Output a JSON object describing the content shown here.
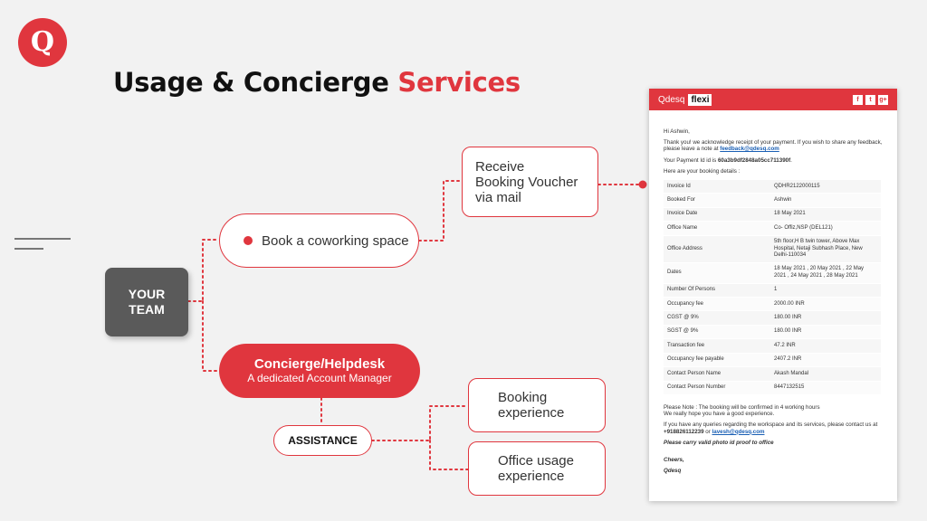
{
  "logo": {
    "letter": "Q"
  },
  "title": {
    "main": "Usage & Concierge ",
    "accent": "Services"
  },
  "team": {
    "line1": "YOUR",
    "line2": "TEAM"
  },
  "book": {
    "label": "Book a coworking space"
  },
  "receive": {
    "label": "Receive\nBooking Voucher\nvia mail"
  },
  "concierge": {
    "heading": "Concierge/Helpdesk",
    "sub": "A dedicated Account Manager"
  },
  "assistance": {
    "label": "ASSISTANCE"
  },
  "experiences": [
    {
      "label": "Booking\nexperience"
    },
    {
      "label": "Office usage\nexperience"
    }
  ],
  "email": {
    "brand": "Qdesq",
    "brand_tag": "flexi",
    "social": [
      "f",
      "t",
      "g+"
    ],
    "greeting": "Hi Ashwin,",
    "thanks_text": "Thank you! we acknowledge receipt of your payment. If you wish to share any feedback, please leave a note at ",
    "feedback_email": "feedback@qdesq.com",
    "payment_prefix": "Your Payment Id id is ",
    "payment_id": "60a3b9df2848a05cc711390f",
    "payment_suffix": ".",
    "details_intro": "Here are your booking details :",
    "rows": [
      {
        "label": "Invoice Id",
        "value": "QDHR2122000115"
      },
      {
        "label": "Booked For",
        "value": "Ashwin"
      },
      {
        "label": "Invoice Date",
        "value": "18 May 2021"
      },
      {
        "label": "Office Name",
        "value": "Co- Offiz,NSP (DEL121)"
      },
      {
        "label": "Office Address",
        "value": "5th floor,H B twin tower, Above Max Hospital, Netaji Subhash Place, New Delhi-110034"
      },
      {
        "label": "Dates",
        "value": "18 May 2021 , 20 May 2021 , 22 May 2021 , 24 May 2021 , 28 May 2021"
      },
      {
        "label": "Number Of Persons",
        "value": "1"
      },
      {
        "label": "Occupancy fee",
        "value": "2000.00 INR"
      },
      {
        "label": "CGST @ 9%",
        "value": "180.00 INR"
      },
      {
        "label": "SGST @ 9%",
        "value": "180.00 INR"
      },
      {
        "label": "Transaction fee",
        "value": "47.2 INR"
      },
      {
        "label": "Occupancy fee payable",
        "value": "2407.2 INR"
      },
      {
        "label": "Contact Person Name",
        "value": "Akash Mandal"
      },
      {
        "label": "Contact Person Number",
        "value": "8447132515"
      }
    ],
    "note1": "Please Note : The booking will be confirmed in 4 working hours",
    "note2": "We really hope you have a good experience.",
    "queries_text": "If you have any queries regarding the workspace and its services, please contact us at ",
    "queries_phone": "+918826112239",
    "queries_or": " or ",
    "queries_email": "lavesh@qdesq.com",
    "id_proof": "Please carry valid photo id proof to office",
    "cheers": "Cheers,",
    "signoff": "Qdesq"
  },
  "colors": {
    "accent": "#e0363e",
    "team_box": "#5a5a5a",
    "background": "#f2f2f2"
  }
}
